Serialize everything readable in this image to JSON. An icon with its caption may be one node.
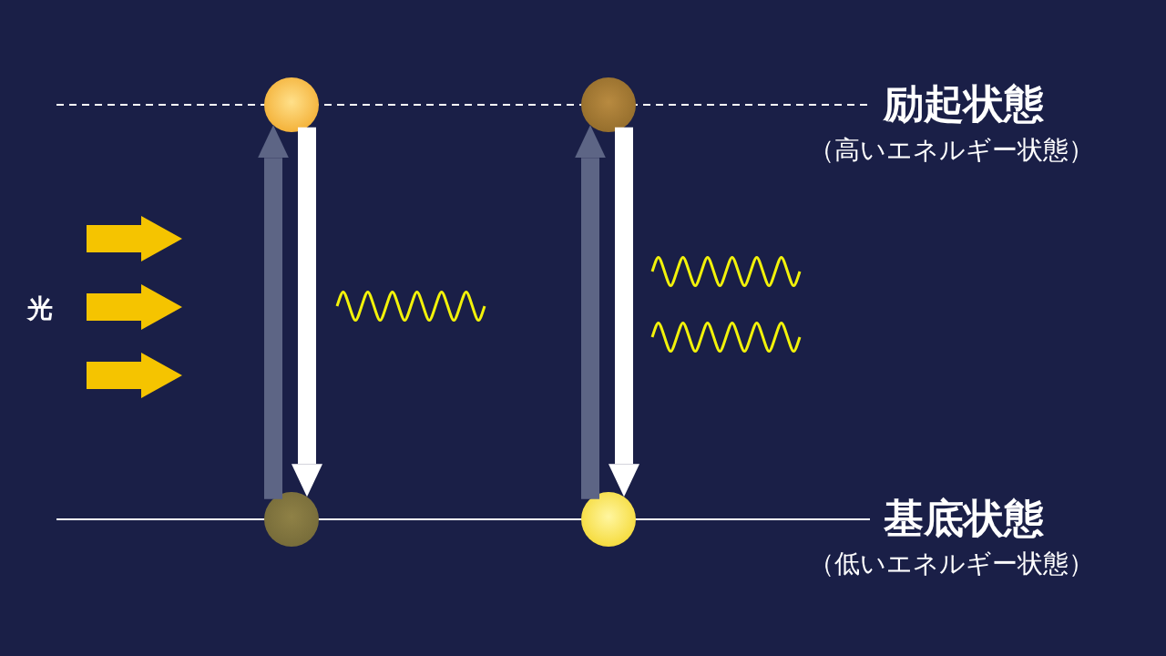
{
  "diagram": {
    "nodes": [
      {
        "text": [],
        "shape": "circle"
      },
      {
        "text": [],
        "shape": "circle"
      },
      {
        "text": [],
        "shape": "circle"
      },
      {
        "text": [],
        "shape": "circle"
      }
    ],
    "edges": [
      {
        "from": 2,
        "to": 0,
        "arrow": "to",
        "color": "#5d6585"
      },
      {
        "from": 0,
        "to": 2,
        "arrow": "to",
        "color": "#ffffff"
      },
      {
        "from": 3,
        "to": 1,
        "arrow": "to",
        "color": "#5d6585"
      },
      {
        "from": 1,
        "to": 3,
        "arrow": "to",
        "color": "#ffffff"
      }
    ],
    "labels": [
      "励起状態",
      "（高いエネルギー状態）",
      "光",
      "基底状態",
      "（低いエネルギー状態）"
    ]
  }
}
